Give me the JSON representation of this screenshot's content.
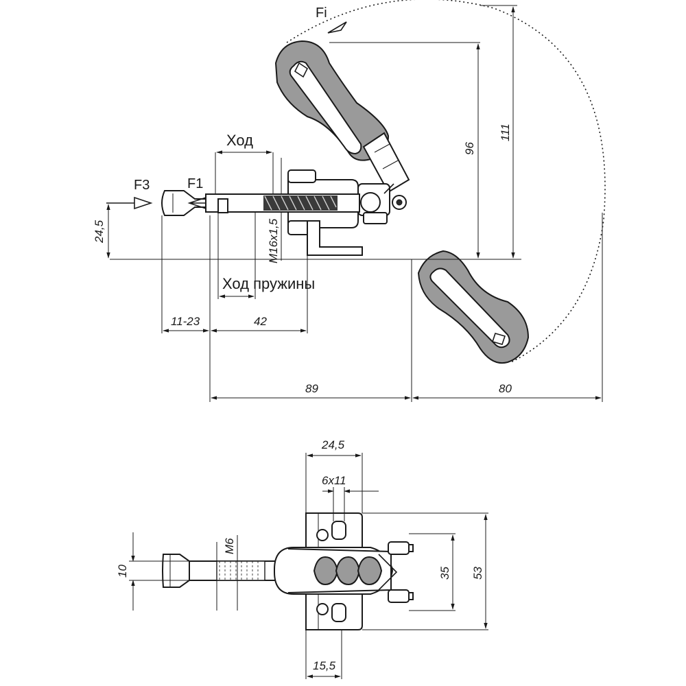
{
  "labels": {
    "force_fi": "Fi",
    "force_f3": "F3",
    "force_f1": "F1",
    "stroke": "Ход",
    "spring_stroke": "Ход пружины",
    "thread_main": "M16x1,5",
    "thread_side": "M6"
  },
  "dimensions": {
    "d_111": "111",
    "d_96": "96",
    "d_24_5_side": "24,5",
    "d_11_23": "11-23",
    "d_42": "42",
    "d_89": "89",
    "d_80": "80",
    "d_24_5_top": "24,5",
    "d_6x11": "6x11",
    "d_35": "35",
    "d_53": "53",
    "d_10": "10",
    "d_15_5": "15,5"
  }
}
